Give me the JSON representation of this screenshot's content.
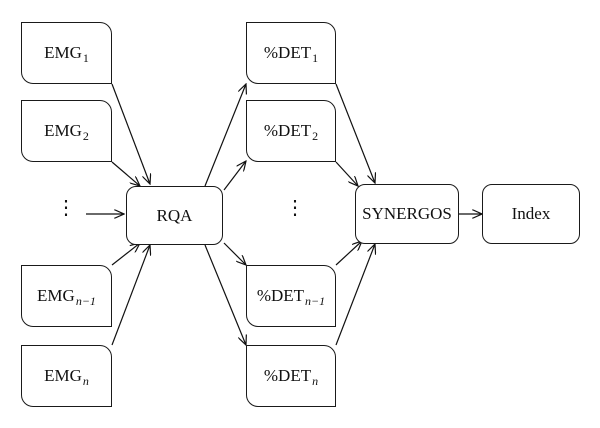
{
  "inputs": [
    {
      "base": "EMG",
      "sub": "1"
    },
    {
      "base": "EMG",
      "sub": "2"
    },
    {
      "base": "EMG",
      "sub": "n−1"
    },
    {
      "base": "EMG",
      "sub": "n"
    }
  ],
  "rqa_label": "RQA",
  "outputs": [
    {
      "base": "%DET",
      "sub": "1"
    },
    {
      "base": "%DET",
      "sub": "2"
    },
    {
      "base": "%DET",
      "sub": "n−1"
    },
    {
      "base": "%DET",
      "sub": "n"
    }
  ],
  "synergos_label": "SYNERGOS",
  "index_label": "Index",
  "ellipsis_glyph": "⋮"
}
